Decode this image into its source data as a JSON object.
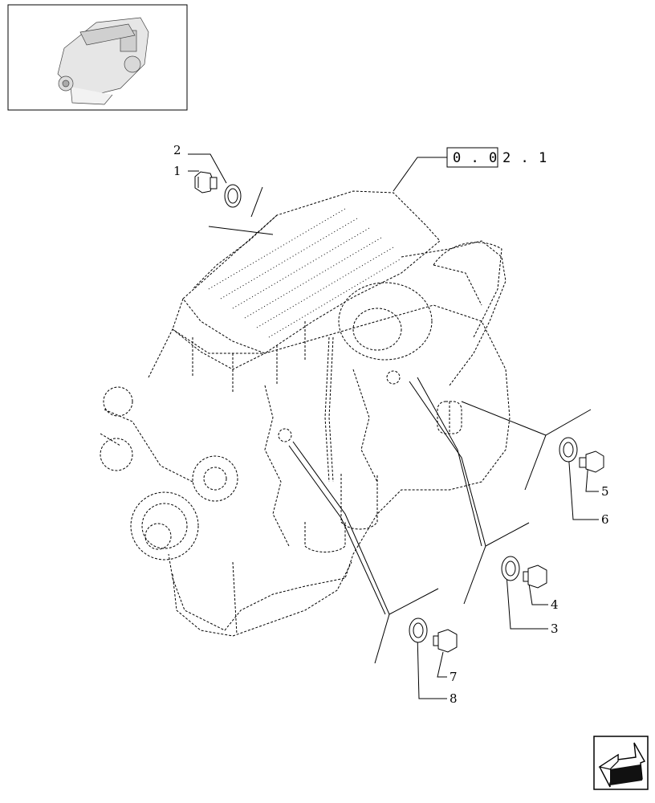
{
  "reference": {
    "boxed": "0 . 0",
    "suffix": "2 . 1"
  },
  "callouts": [
    "1",
    "2",
    "3",
    "4",
    "5",
    "6",
    "7",
    "8"
  ],
  "icons": {
    "thumbnail": "engine-thumbnail",
    "navigation": "next-page-arrow-icon"
  }
}
